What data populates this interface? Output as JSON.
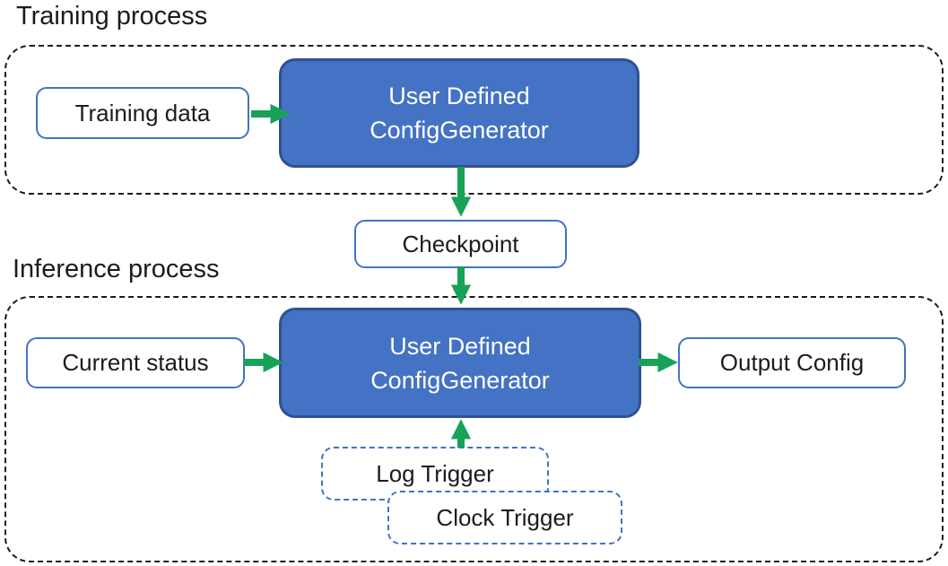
{
  "colors": {
    "box_fill_blue": "#4472C4",
    "box_border_dark": "#2F528F",
    "outline_blue": "#4472C4",
    "trigger_dash_blue": "#4472C4",
    "arrow_green": "#17A258",
    "dash_black": "#1a1a1a"
  },
  "training": {
    "label": "Training process",
    "training_data_label": "Training data",
    "generator_line1": "User Defined",
    "generator_line2": "ConfigGenerator"
  },
  "checkpoint_label": "Checkpoint",
  "inference": {
    "label": "Inference process",
    "current_status_label": "Current status",
    "generator_line1": "User Defined",
    "generator_line2": "ConfigGenerator",
    "output_config_label": "Output Config",
    "log_trigger_label": "Log Trigger",
    "clock_trigger_label": "Clock Trigger"
  }
}
